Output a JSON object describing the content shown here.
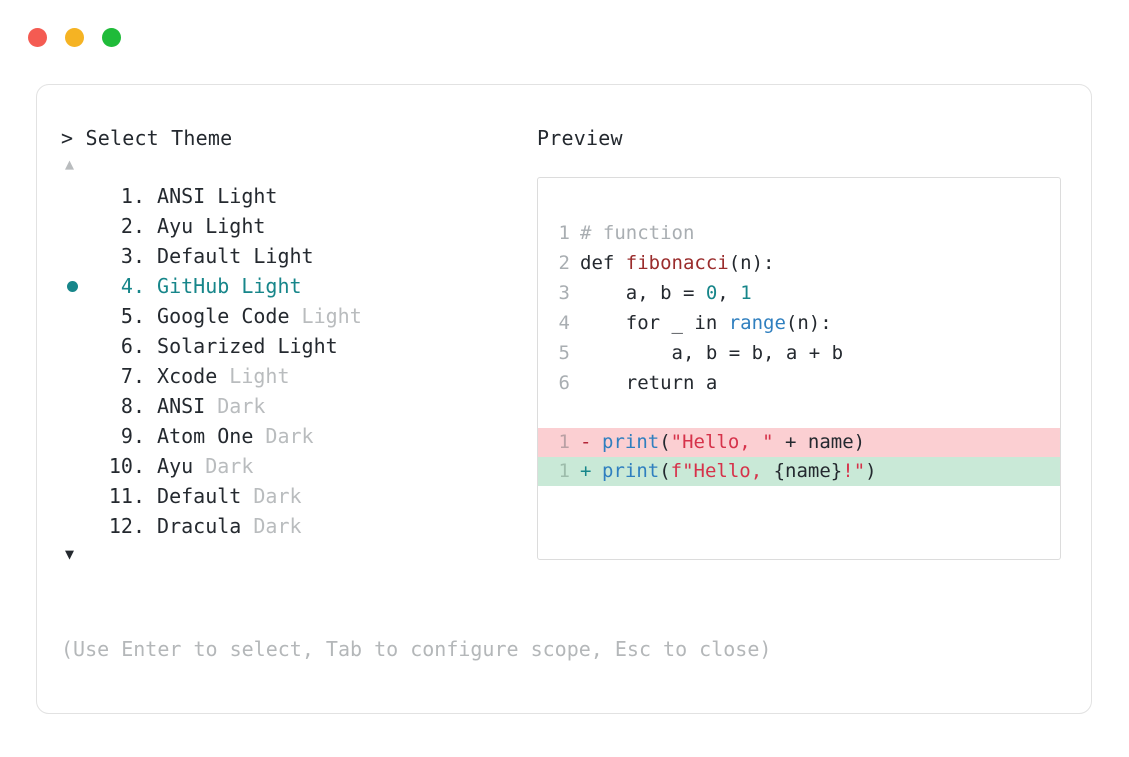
{
  "window": {
    "dots": [
      {
        "name": "close-dot",
        "color": "#f45b52"
      },
      {
        "name": "minimize-dot",
        "color": "#f5b323"
      },
      {
        "name": "maximize-dot",
        "color": "#1fbb39"
      }
    ]
  },
  "theme_picker": {
    "prompt": "> Select Theme",
    "scroll_up_glyph": "▲",
    "scroll_down_glyph": "▼",
    "selected_index": 4,
    "accent_color": "#17868a",
    "items": [
      {
        "num": "1.",
        "name": "ANSI",
        "tag": "Light",
        "tag_dim": false,
        "selected": false
      },
      {
        "num": "2.",
        "name": "Ayu",
        "tag": "Light",
        "tag_dim": false,
        "selected": false
      },
      {
        "num": "3.",
        "name": "Default",
        "tag": "Light",
        "tag_dim": false,
        "selected": false
      },
      {
        "num": "4.",
        "name": "GitHub",
        "tag": "Light",
        "tag_dim": false,
        "selected": true
      },
      {
        "num": "5.",
        "name": "Google Code",
        "tag": "Light",
        "tag_dim": true,
        "selected": false
      },
      {
        "num": "6.",
        "name": "Solarized",
        "tag": "Light",
        "tag_dim": false,
        "selected": false
      },
      {
        "num": "7.",
        "name": "Xcode",
        "tag": "Light",
        "tag_dim": true,
        "selected": false
      },
      {
        "num": "8.",
        "name": "ANSI",
        "tag": "Dark",
        "tag_dim": true,
        "selected": false
      },
      {
        "num": "9.",
        "name": "Atom One",
        "tag": "Dark",
        "tag_dim": true,
        "selected": false
      },
      {
        "num": "10.",
        "name": "Ayu",
        "tag": "Dark",
        "tag_dim": true,
        "selected": false
      },
      {
        "num": "11.",
        "name": "Default",
        "tag": "Dark",
        "tag_dim": true,
        "selected": false
      },
      {
        "num": "12.",
        "name": "Dracula",
        "tag": "Dark",
        "tag_dim": true,
        "selected": false
      }
    ],
    "hint": "(Use Enter to select, Tab to configure scope, Esc to close)"
  },
  "preview": {
    "title": "Preview",
    "code_lines": [
      {
        "n": "1",
        "text": "# function"
      },
      {
        "n": "2",
        "text": "def fibonacci(n):"
      },
      {
        "n": "3",
        "text": "    a, b = 0, 1"
      },
      {
        "n": "4",
        "text": "    for _ in range(n):"
      },
      {
        "n": "5",
        "text": "        a, b = b, a + b"
      },
      {
        "n": "6",
        "text": "    return a"
      }
    ],
    "diff": [
      {
        "n": "1",
        "sign": "-",
        "kind": "removed",
        "text": "print(\"Hello, \" + name)"
      },
      {
        "n": "1",
        "sign": "+",
        "kind": "added",
        "text": "print(f\"Hello, {name}!\")"
      }
    ],
    "colors": {
      "comment": "#a9aeb2",
      "function": "#9a2c2c",
      "number": "#17868a",
      "builtin": "#2f7fbf",
      "string": "#d6324a",
      "diff_removed_bg": "#fbcfd2",
      "diff_added_bg": "#c9e9d7"
    }
  }
}
